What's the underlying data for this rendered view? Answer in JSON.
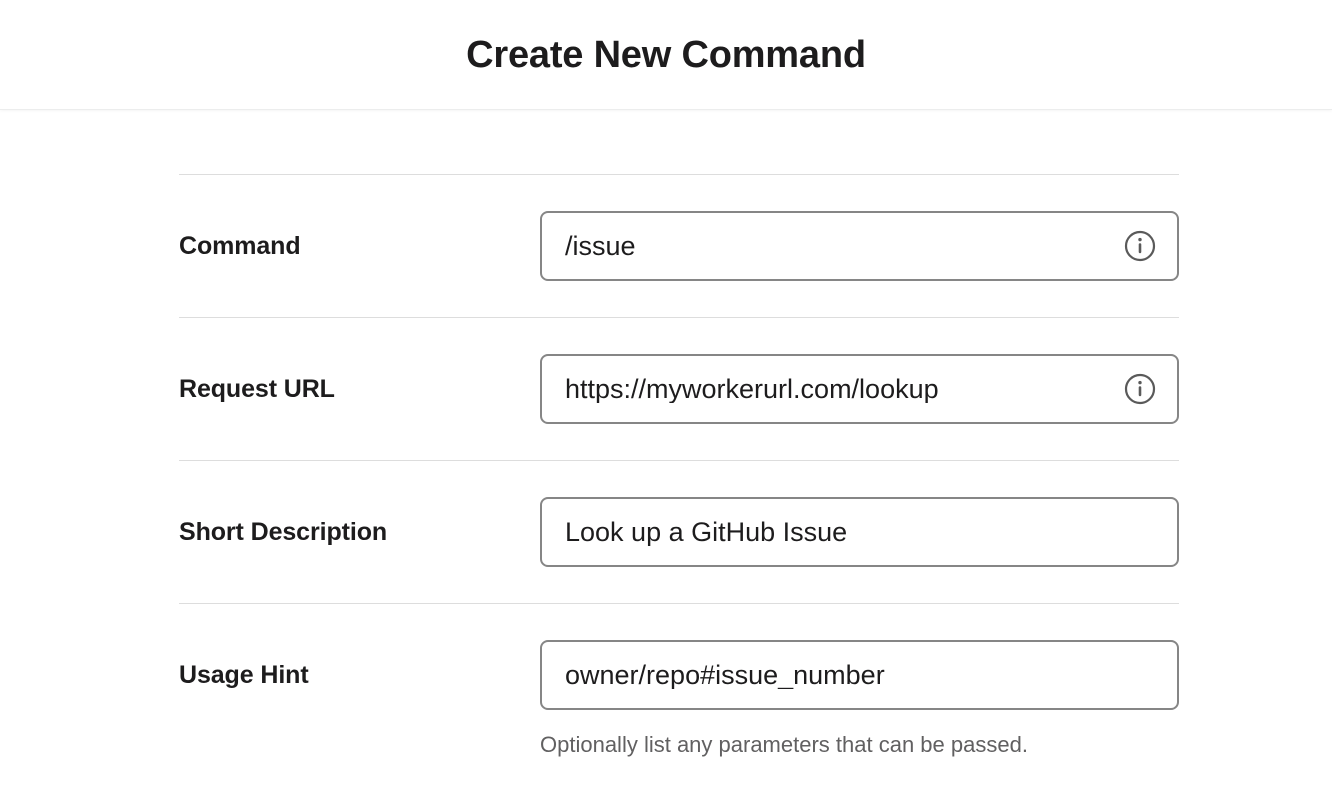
{
  "header": {
    "title": "Create New Command"
  },
  "colors": {
    "text_primary": "#1d1c1d",
    "text_muted": "#616061",
    "input_border": "#868686",
    "divider": "#dddddd",
    "icon_gray": "#5a5a5a",
    "page_background": "#ffffff"
  },
  "form": {
    "rows": [
      {
        "label": "Command",
        "value": "/issue",
        "placeholder": "",
        "info_icon": "info-circle-icon",
        "helper": ""
      },
      {
        "label": "Request URL",
        "value": "https://myworkerurl.com/lookup",
        "placeholder": "",
        "info_icon": "info-circle-icon",
        "helper": ""
      },
      {
        "label": "Short Description",
        "value": "Look up a GitHub Issue",
        "placeholder": "",
        "info_icon": "",
        "helper": ""
      },
      {
        "label": "Usage Hint",
        "value": "owner/repo#issue_number",
        "placeholder": "",
        "info_icon": "",
        "helper": "Optionally list any parameters that can be passed."
      }
    ]
  }
}
